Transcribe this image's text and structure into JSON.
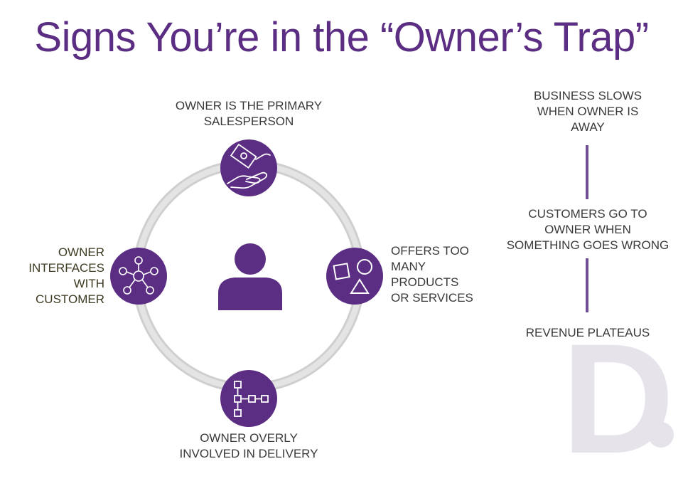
{
  "title": "Signs You’re in the “Owner’s Trap”",
  "colors": {
    "purple": "#5b2d83",
    "ring": "#d9d9d9",
    "text": "#3a3a3a",
    "logo": "#e6e3ea"
  },
  "cycle": {
    "center_icon": "person-icon",
    "nodes": [
      {
        "position": "top",
        "icon": "money-hand-icon",
        "lines": [
          "OWNER IS THE PRIMARY",
          "SALESPERSON"
        ]
      },
      {
        "position": "right",
        "icon": "shapes-icon",
        "lines": [
          "OFFERS TOO",
          "MANY",
          "PRODUCTS",
          "OR SERVICES"
        ]
      },
      {
        "position": "bottom",
        "icon": "flowchart-icon",
        "lines": [
          "OWNER OVERLY",
          "INVOLVED IN DELIVERY"
        ]
      },
      {
        "position": "left",
        "icon": "network-people-icon",
        "lines": [
          "OWNER",
          "INTERFACES",
          "WITH",
          "CUSTOMER"
        ]
      }
    ]
  },
  "progression": [
    {
      "lines": [
        "BUSINESS SLOWS",
        "WHEN OWNER IS",
        "AWAY"
      ]
    },
    {
      "lines": [
        "CUSTOMERS GO TO",
        "OWNER WHEN",
        "SOMETHING GOES WRONG"
      ]
    },
    {
      "lines": [
        "REVENUE PLATEAUS"
      ]
    }
  ],
  "logo": {
    "letter": "D",
    "icon": "logo-d-icon"
  }
}
